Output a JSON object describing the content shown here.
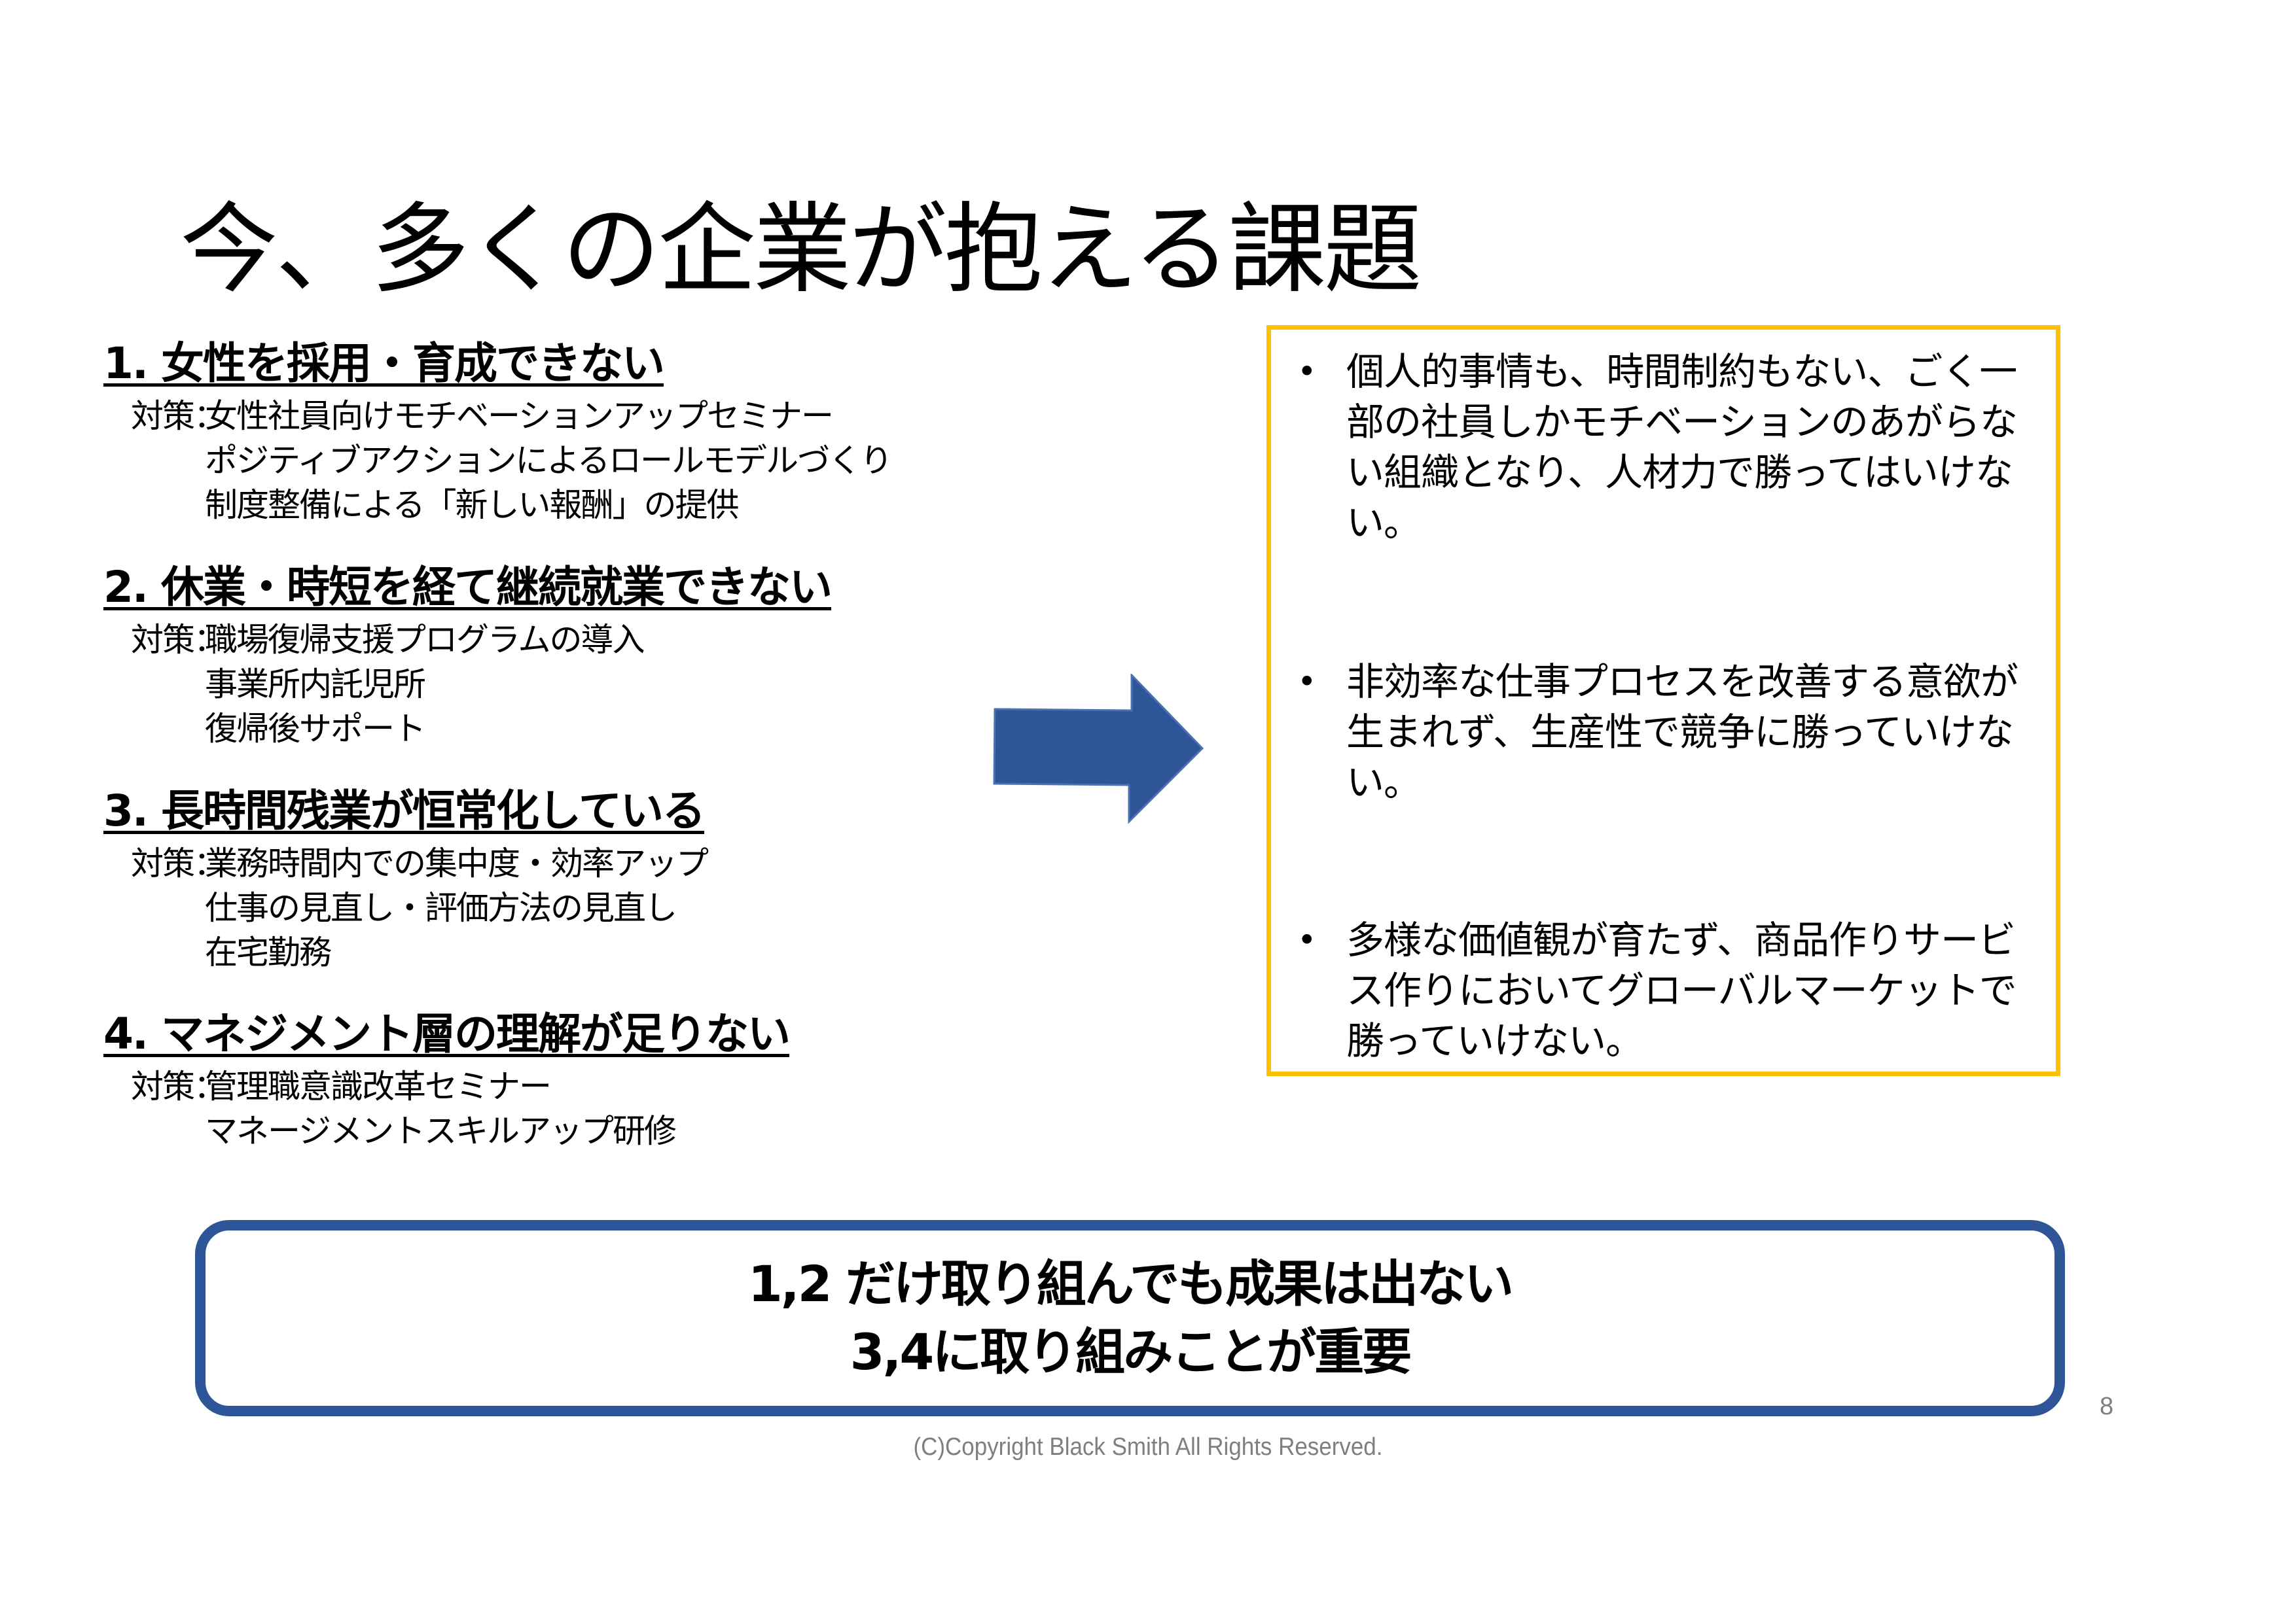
{
  "slide": {
    "title": "今、多くの企業が抱える課題",
    "page_number": "8",
    "copyright": "(C)Copyright Black Smith All Rights Reserved."
  },
  "issues": [
    {
      "heading": "1. 女性を採用・育成できない",
      "measure_label": "対策：",
      "measures": [
        "女性社員向けモチベーションアップセミナー",
        "ポジティブアクションによるロールモデルづくり",
        "制度整備による「新しい報酬」の提供"
      ]
    },
    {
      "heading": "2. 休業・時短を経て継続就業できない",
      "measure_label": "対策：",
      "measures": [
        "職場復帰支援プログラムの導入",
        "事業所内託児所",
        "復帰後サポート"
      ]
    },
    {
      "heading": "3. 長時間残業が恒常化している",
      "measure_label": "対策：",
      "measures": [
        "業務時間内での集中度・効率アップ",
        "仕事の見直し・評価方法の見直し",
        "在宅勤務"
      ]
    },
    {
      "heading": "4. マネジメント層の理解が足りない",
      "measure_label": "対策：",
      "measures": [
        "管理職意識改革セミナー",
        "マネージメントスキルアップ研修"
      ]
    }
  ],
  "arrow": {
    "icon": "right-arrow-icon",
    "color": "#2E5597"
  },
  "consequences": {
    "border_color": "#FFC000",
    "bullet": "•",
    "items": [
      "個人的事情も、時間制約もない、ごく一部の社員しかモチベーションのあがらない組織となり、人材力で勝ってはいけない。",
      "非効率な仕事プロセスを改善する意欲が生まれず、生産性で競争に勝っていけない。",
      "多様な価値観が育たず、商品作りサービス作りにおいてグローバルマーケットで勝っていけない。"
    ]
  },
  "conclusion": {
    "border_color": "#2E5597",
    "lines": [
      "1,2 だけ取り組んでも成果は出ない",
      "3,4に取り組みことが重要"
    ]
  }
}
